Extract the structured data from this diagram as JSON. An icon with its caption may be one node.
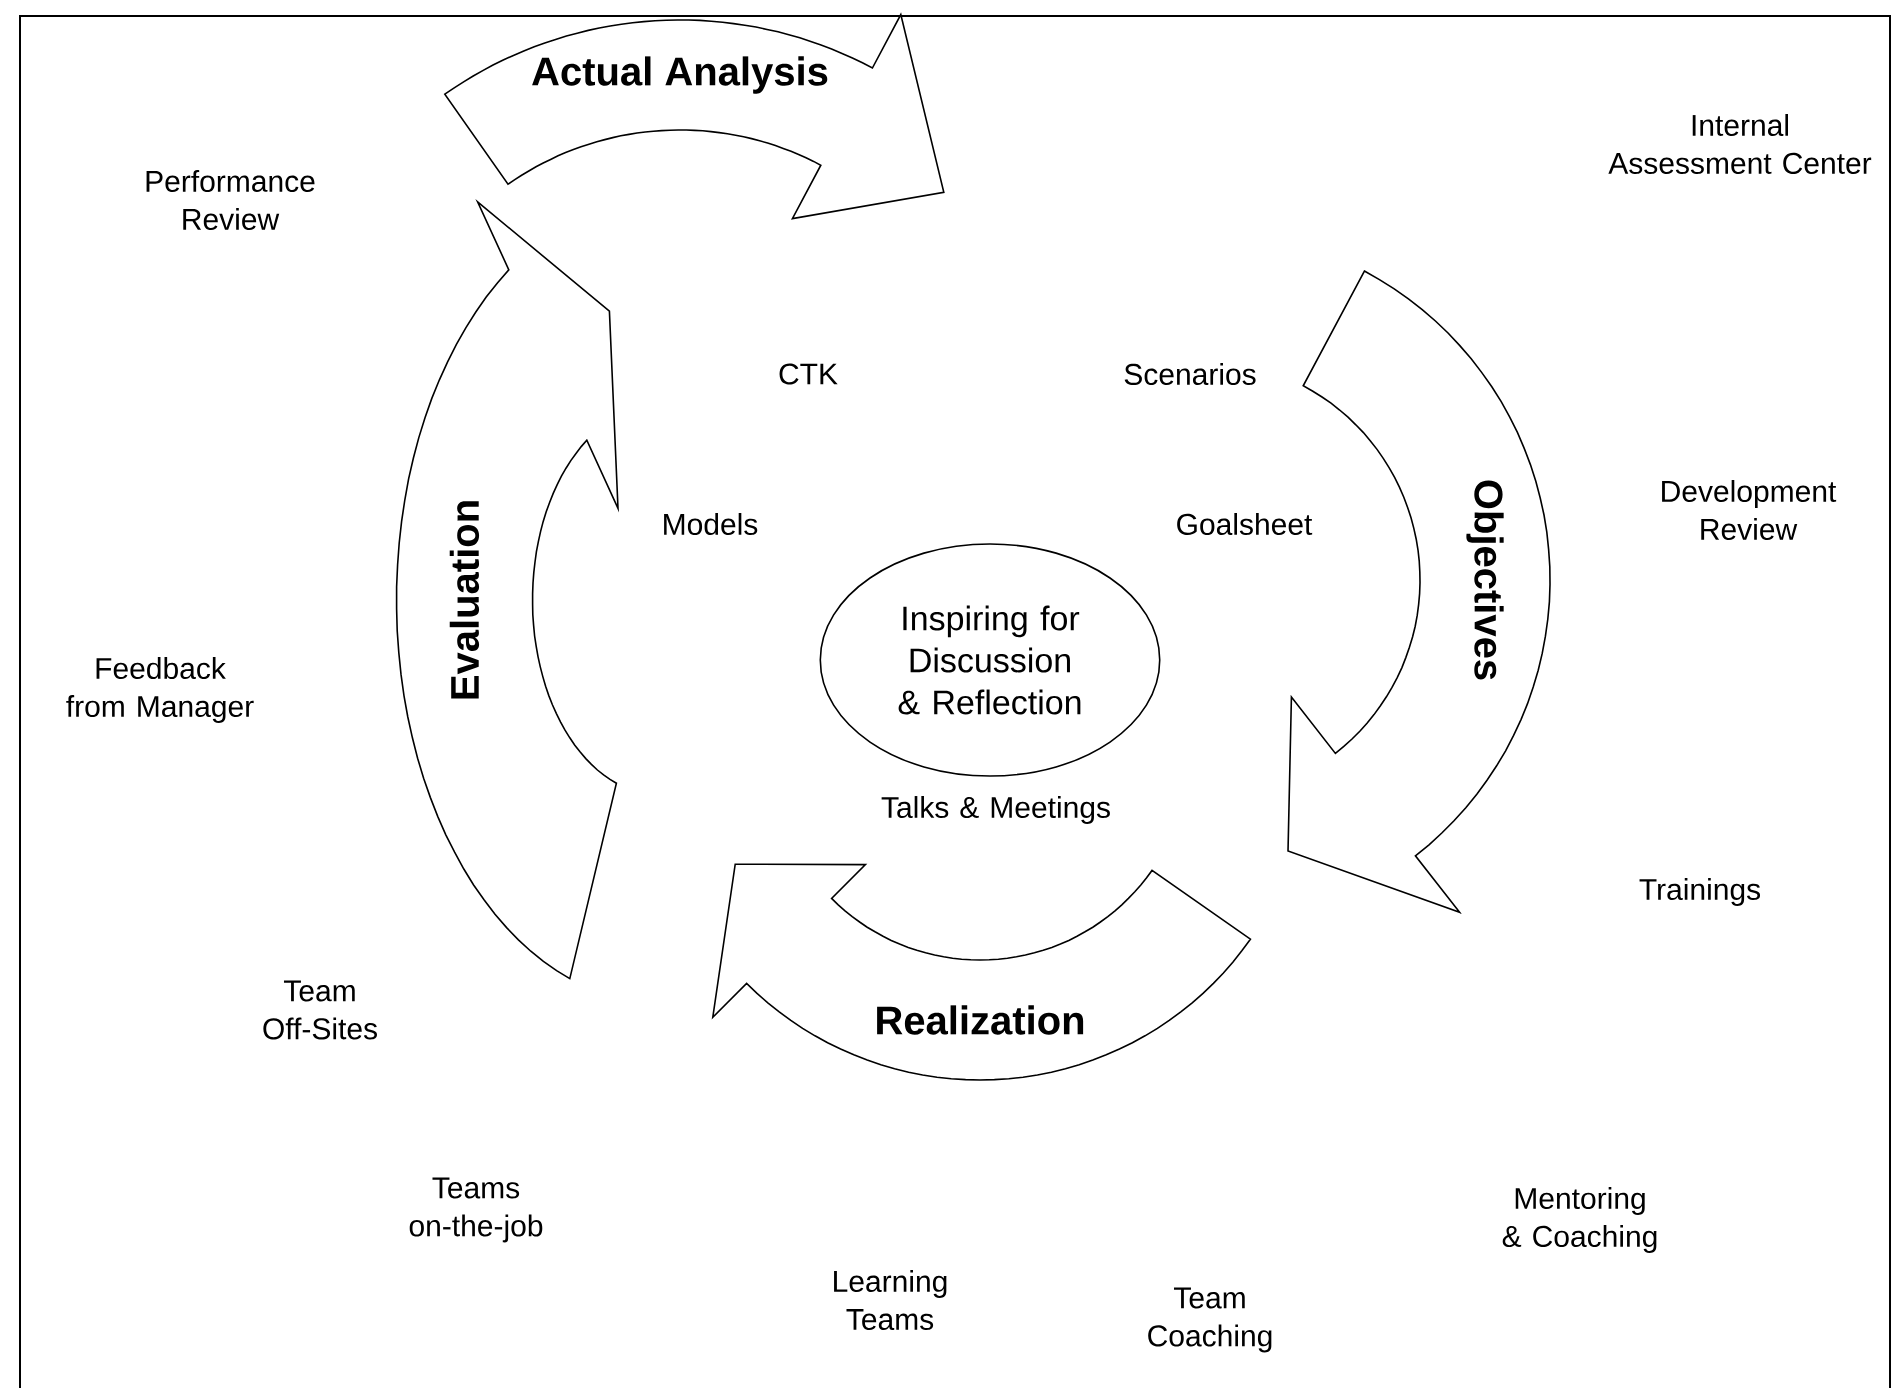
{
  "diagram": {
    "nodes": [
      {
        "text": [
          "Actual Analysis"
        ]
      },
      {
        "text": [
          "Objectives"
        ]
      },
      {
        "text": [
          "Realization"
        ]
      },
      {
        "text": [
          "Evaluation"
        ]
      },
      {
        "text": [
          "Inspiring for Discussion & Reflection"
        ]
      }
    ],
    "labels": [
      "Performance Review",
      "Internal Assessment Center",
      "CTK",
      "Scenarios",
      "Models",
      "Goalsheet",
      "Development Review",
      "Feedback from Manager",
      "Talks & Meetings",
      "Trainings",
      "Team Off-Sites",
      "Teams on-the-job",
      "Mentoring & Coaching",
      "Learning Teams",
      "Team Coaching"
    ]
  }
}
